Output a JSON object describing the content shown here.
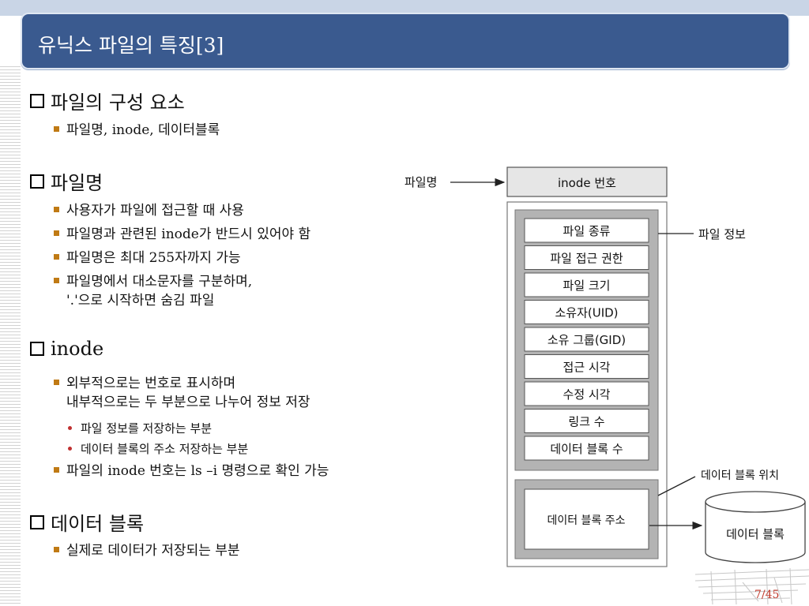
{
  "title": "유닉스 파일의 특징[3]",
  "sections": [
    {
      "heading": "파일의 구성 요소",
      "items": [
        "파일명, inode, 데이터블록"
      ]
    },
    {
      "heading": "파일명",
      "items": [
        "사용자가 파일에 접근할 때 사용",
        "파일명과 관련된 inode가 반드시 있어야 함",
        "파일명은 최대 255자까지 가능",
        "파일명에서 대소문자를 구분하며,",
        "'.'으로 시작하면 숨김 파일"
      ]
    },
    {
      "heading": "inode",
      "items": [
        "외부적으로는 번호로 표시하며",
        "내부적으로는 두 부분으로 나누어 정보 저장",
        "파일의 inode 번호는 ls –i 명령으로 확인 가능"
      ],
      "subitems": [
        "파일 정보를 저장하는 부분",
        "데이터 블록의 주소 저장하는 부분"
      ]
    },
    {
      "heading": "데이터 블록",
      "items": [
        "실제로 데이터가 저장되는 부분"
      ]
    }
  ],
  "diagram": {
    "filename_label": "파일명",
    "inode_number": "inode 번호",
    "file_info_label": "파일 정보",
    "info_rows": [
      "파일 종류",
      "파일 접근 권한",
      "파일 크기",
      "소유자(UID)",
      "소유 그룹(GID)",
      "접근 시각",
      "수정 시각",
      "링크 수",
      "데이터 블록 수"
    ],
    "block_location_label": "데이터 블록 위치",
    "block_address": "데이터 블록 주소",
    "data_block": "데이터 블록"
  },
  "page_number": "7/45"
}
